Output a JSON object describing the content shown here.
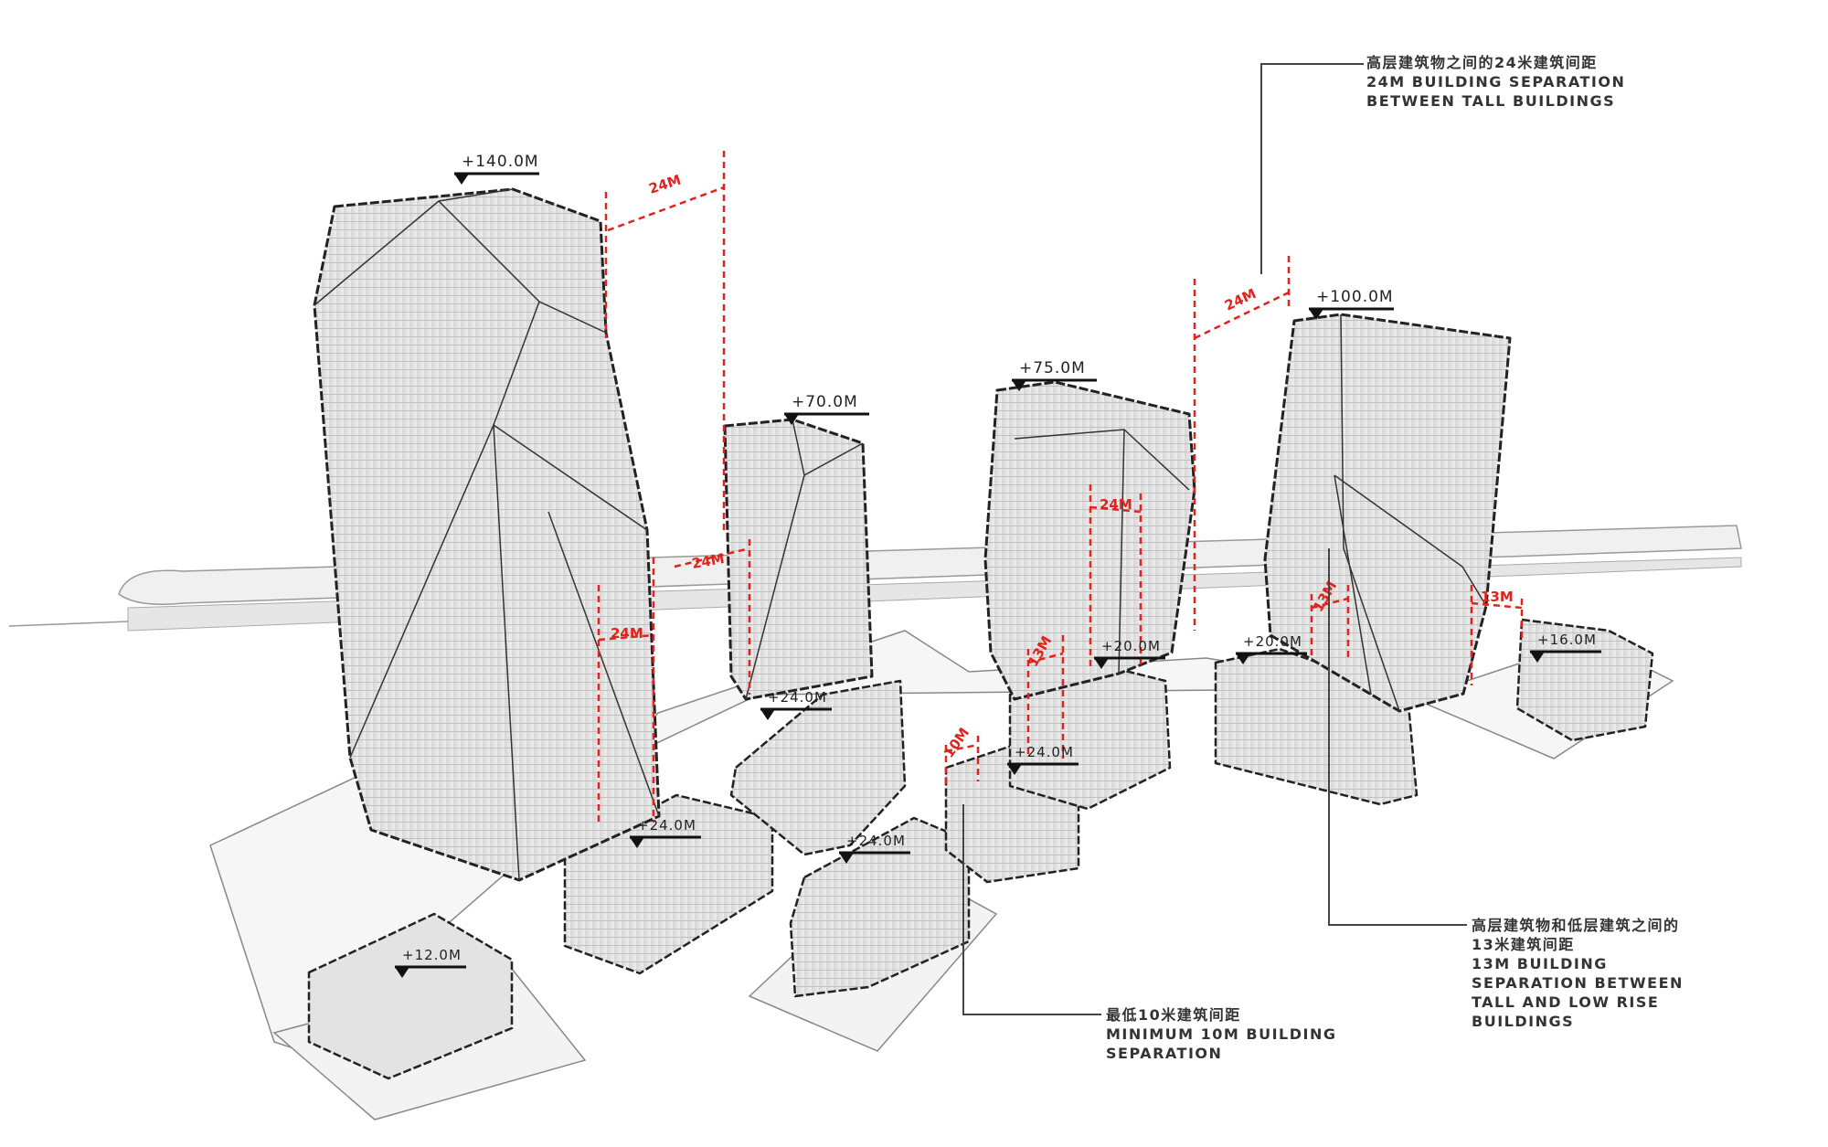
{
  "elevations": {
    "tower_a": "+140.0M",
    "tower_b": "+70.0M",
    "tower_c": "+75.0M",
    "tower_d": "+100.0M",
    "podium_b": "+24.0M",
    "podium_a": "+24.0M",
    "podium_e": "+24.0M",
    "podium_f": "+24.0M",
    "podium_c": "+20.0M",
    "podium_d": "+20.0M",
    "podium_g": "+16.0M",
    "podium_h": "+12.0M"
  },
  "dimensions": {
    "d1": "24M",
    "d2": "24M",
    "d3": "24M",
    "d4": "24M",
    "d5": "24M",
    "d6": "13M",
    "d7": "13M",
    "d8": "13M",
    "d9": "10M"
  },
  "callouts": {
    "tall_separation": {
      "cn": "高层建筑物之间的24米建筑间距",
      "en1": "24M BUILDING SEPARATION",
      "en2": "BETWEEN TALL BUILDINGS"
    },
    "tall_low_separation": {
      "cn1": "高层建筑物和低层建筑之间的",
      "cn2": "13米建筑间距",
      "en1": "13M BUILDING",
      "en2": "SEPARATION BETWEEN",
      "en3": "TALL AND LOW RISE",
      "en4": "BUILDINGS"
    },
    "min_separation": {
      "cn": "最低10米建筑间距",
      "en1": "MINIMUM 10M BUILDING",
      "en2": "SEPARATION"
    }
  },
  "colors": {
    "dimension": "#e0231c",
    "building": "#e4e4e4",
    "outline": "#222222"
  }
}
